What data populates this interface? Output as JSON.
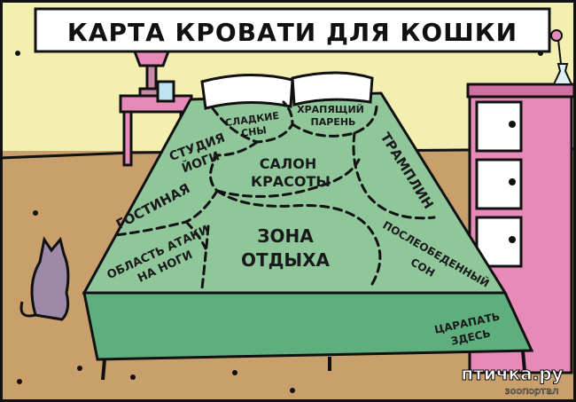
{
  "title": "КАРТА КРОВАТИ ДЛЯ КОШКИ",
  "zones": {
    "sweet_dreams": [
      "СЛАДКИЕ",
      "СНЫ"
    ],
    "snoring_guy": [
      "ХРАПЯЩИЙ",
      "ПАРЕНЬ"
    ],
    "yoga_studio": [
      "СТУДИЯ",
      "ЙОГИ"
    ],
    "beauty_salon": [
      "САЛОН",
      "КРАСОТЫ"
    ],
    "trampoline": "ТРАМПЛИН",
    "living_room": "ГОСТИНАЯ",
    "rest_zone": [
      "ЗОНА",
      "ОТДЫХА"
    ],
    "foot_attack": [
      "ОБЛАСТЬ АТАКИ",
      "НА НОГИ"
    ],
    "afternoon_nap": [
      "ПОСЛЕОБЕДЕННЫЙ",
      "СОН"
    ],
    "scratch_here": [
      "ЦАРАПАТЬ",
      "ЗДЕСЬ"
    ]
  },
  "watermark": {
    "site": "птичка.ру",
    "tagline": "зоопортал"
  },
  "colors": {
    "wall": "#f3efb0",
    "floor": "#c9a06b",
    "bed": "#8fc79b",
    "bed_dark": "#5fae7e",
    "furniture": "#e88ab8",
    "cat": "#9c8aa8"
  }
}
